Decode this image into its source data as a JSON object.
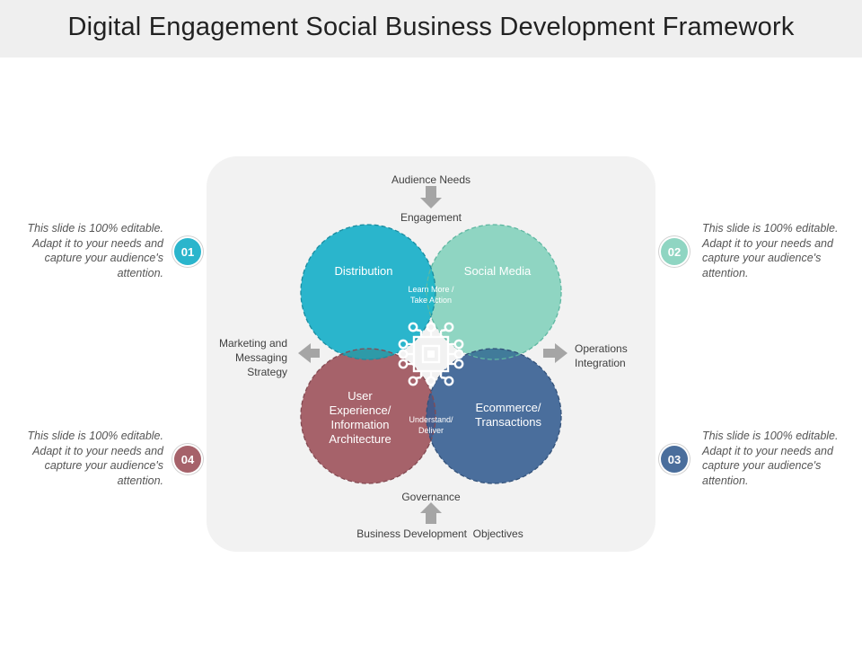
{
  "title": "Digital Engagement Social Business Development Framework",
  "labels": {
    "audience_needs": "Audience Needs",
    "engagement": "Engagement",
    "marketing": "Marketing and Messaging Strategy",
    "operations": "Operations Integration",
    "governance": "Governance",
    "business_objectives": "Business Development  Objectives"
  },
  "circles": {
    "distribution": {
      "label": "Distribution",
      "color": "#2ab5cc"
    },
    "social_media": {
      "label": "Social Media",
      "color": "#8fd5c2"
    },
    "user_experience": {
      "label": "User Experience/ Information Architecture",
      "color": "#a6626a"
    },
    "ecommerce": {
      "label": "Ecommerce/ Transactions",
      "color": "#4a6e9c"
    }
  },
  "overlaps": {
    "top": "Learn More / Take Action",
    "bottom": "Understand/ Deliver"
  },
  "steps": [
    {
      "number": "01",
      "color": "#2ab5cc",
      "text": "This slide is 100% editable. Adapt it to your needs and capture your audience's attention."
    },
    {
      "number": "02",
      "color": "#8fd5c2",
      "text": "This slide is 100% editable. Adapt it to your needs and capture your audience's attention."
    },
    {
      "number": "03",
      "color": "#4a6e9c",
      "text": "This slide is 100% editable. Adapt it to your needs and capture your audience's attention."
    },
    {
      "number": "04",
      "color": "#a6626a",
      "text": "This slide is 100% editable. Adapt it to your needs and capture your audience's attention."
    }
  ],
  "center_icon": "circuit-chip-icon"
}
